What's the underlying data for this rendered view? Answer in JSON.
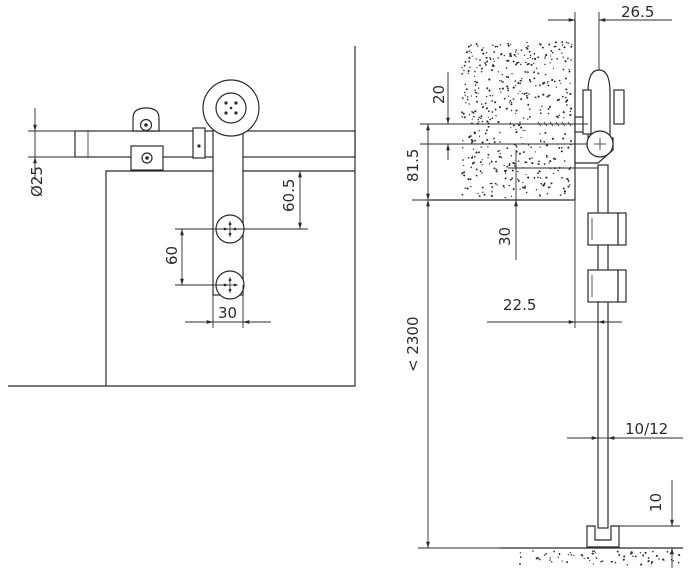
{
  "front_view": {
    "dims": {
      "rail_diameter": "Ø25",
      "wheel_to_door_top": "60.5",
      "bolt_spacing": "60",
      "bolt_offset": "30"
    }
  },
  "side_view": {
    "dims": {
      "wall_offset": "26.5",
      "rail_above_center": "20",
      "bracket_height": "81.5",
      "below_rail": "30",
      "door_gap": "22.5",
      "door_height": "< 2300",
      "door_thickness": "10/12",
      "floor_gap": "10"
    }
  },
  "colors": {
    "line": "#2b2b2b",
    "background": "#ffffff"
  }
}
